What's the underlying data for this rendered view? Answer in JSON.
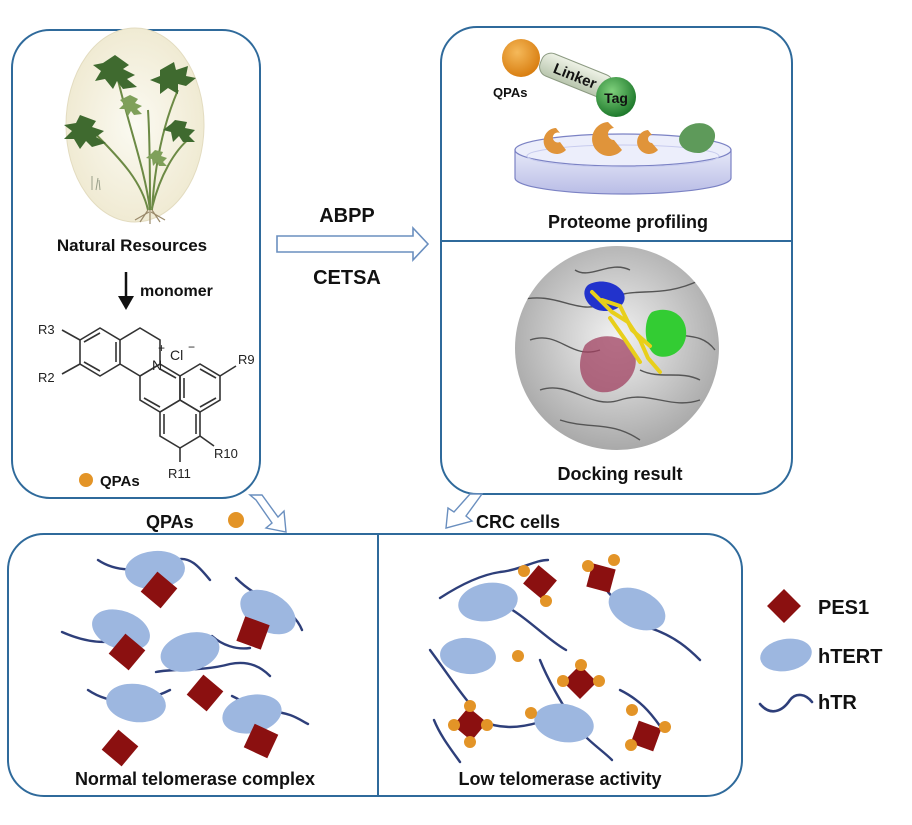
{
  "panels": {
    "natural": {
      "title": "Natural Resources",
      "arrow_label": "monomer",
      "legend_label": "QPAs",
      "chem": {
        "r3": "R3",
        "r2": "R2",
        "r9": "R9",
        "r10": "R10",
        "r11": "R11",
        "n_label": "N",
        "plus": "+",
        "cl": "Cl",
        "minus": "−"
      }
    },
    "middle": {
      "method1": "ABPP",
      "method2": "CETSA"
    },
    "profiling": {
      "probe_label": "QPAs",
      "linker_label": "Linker",
      "tag_label": "Tag",
      "caption": "Proteome profiling"
    },
    "docking": {
      "caption": "Docking result"
    },
    "flow": {
      "left_label": "QPAs",
      "right_label": "CRC cells"
    },
    "bottom_left": {
      "caption": "Normal telomerase complex"
    },
    "bottom_right": {
      "caption": "Low telomerase activity"
    },
    "legend": {
      "items": [
        {
          "label": "PES1"
        },
        {
          "label": "hTERT"
        },
        {
          "label": "hTR"
        }
      ]
    }
  },
  "colors": {
    "panel_border": "#2f6a9b",
    "pes1": "#8b1010",
    "htert": "#9db7e0",
    "htr": "#2e3f7a",
    "qpa_dot": "#e39427",
    "arrow_outline": "#6a8fbf"
  },
  "icons": {
    "plant": "plant-illustration",
    "dish": "petri-dish",
    "docking": "protein-surface"
  }
}
